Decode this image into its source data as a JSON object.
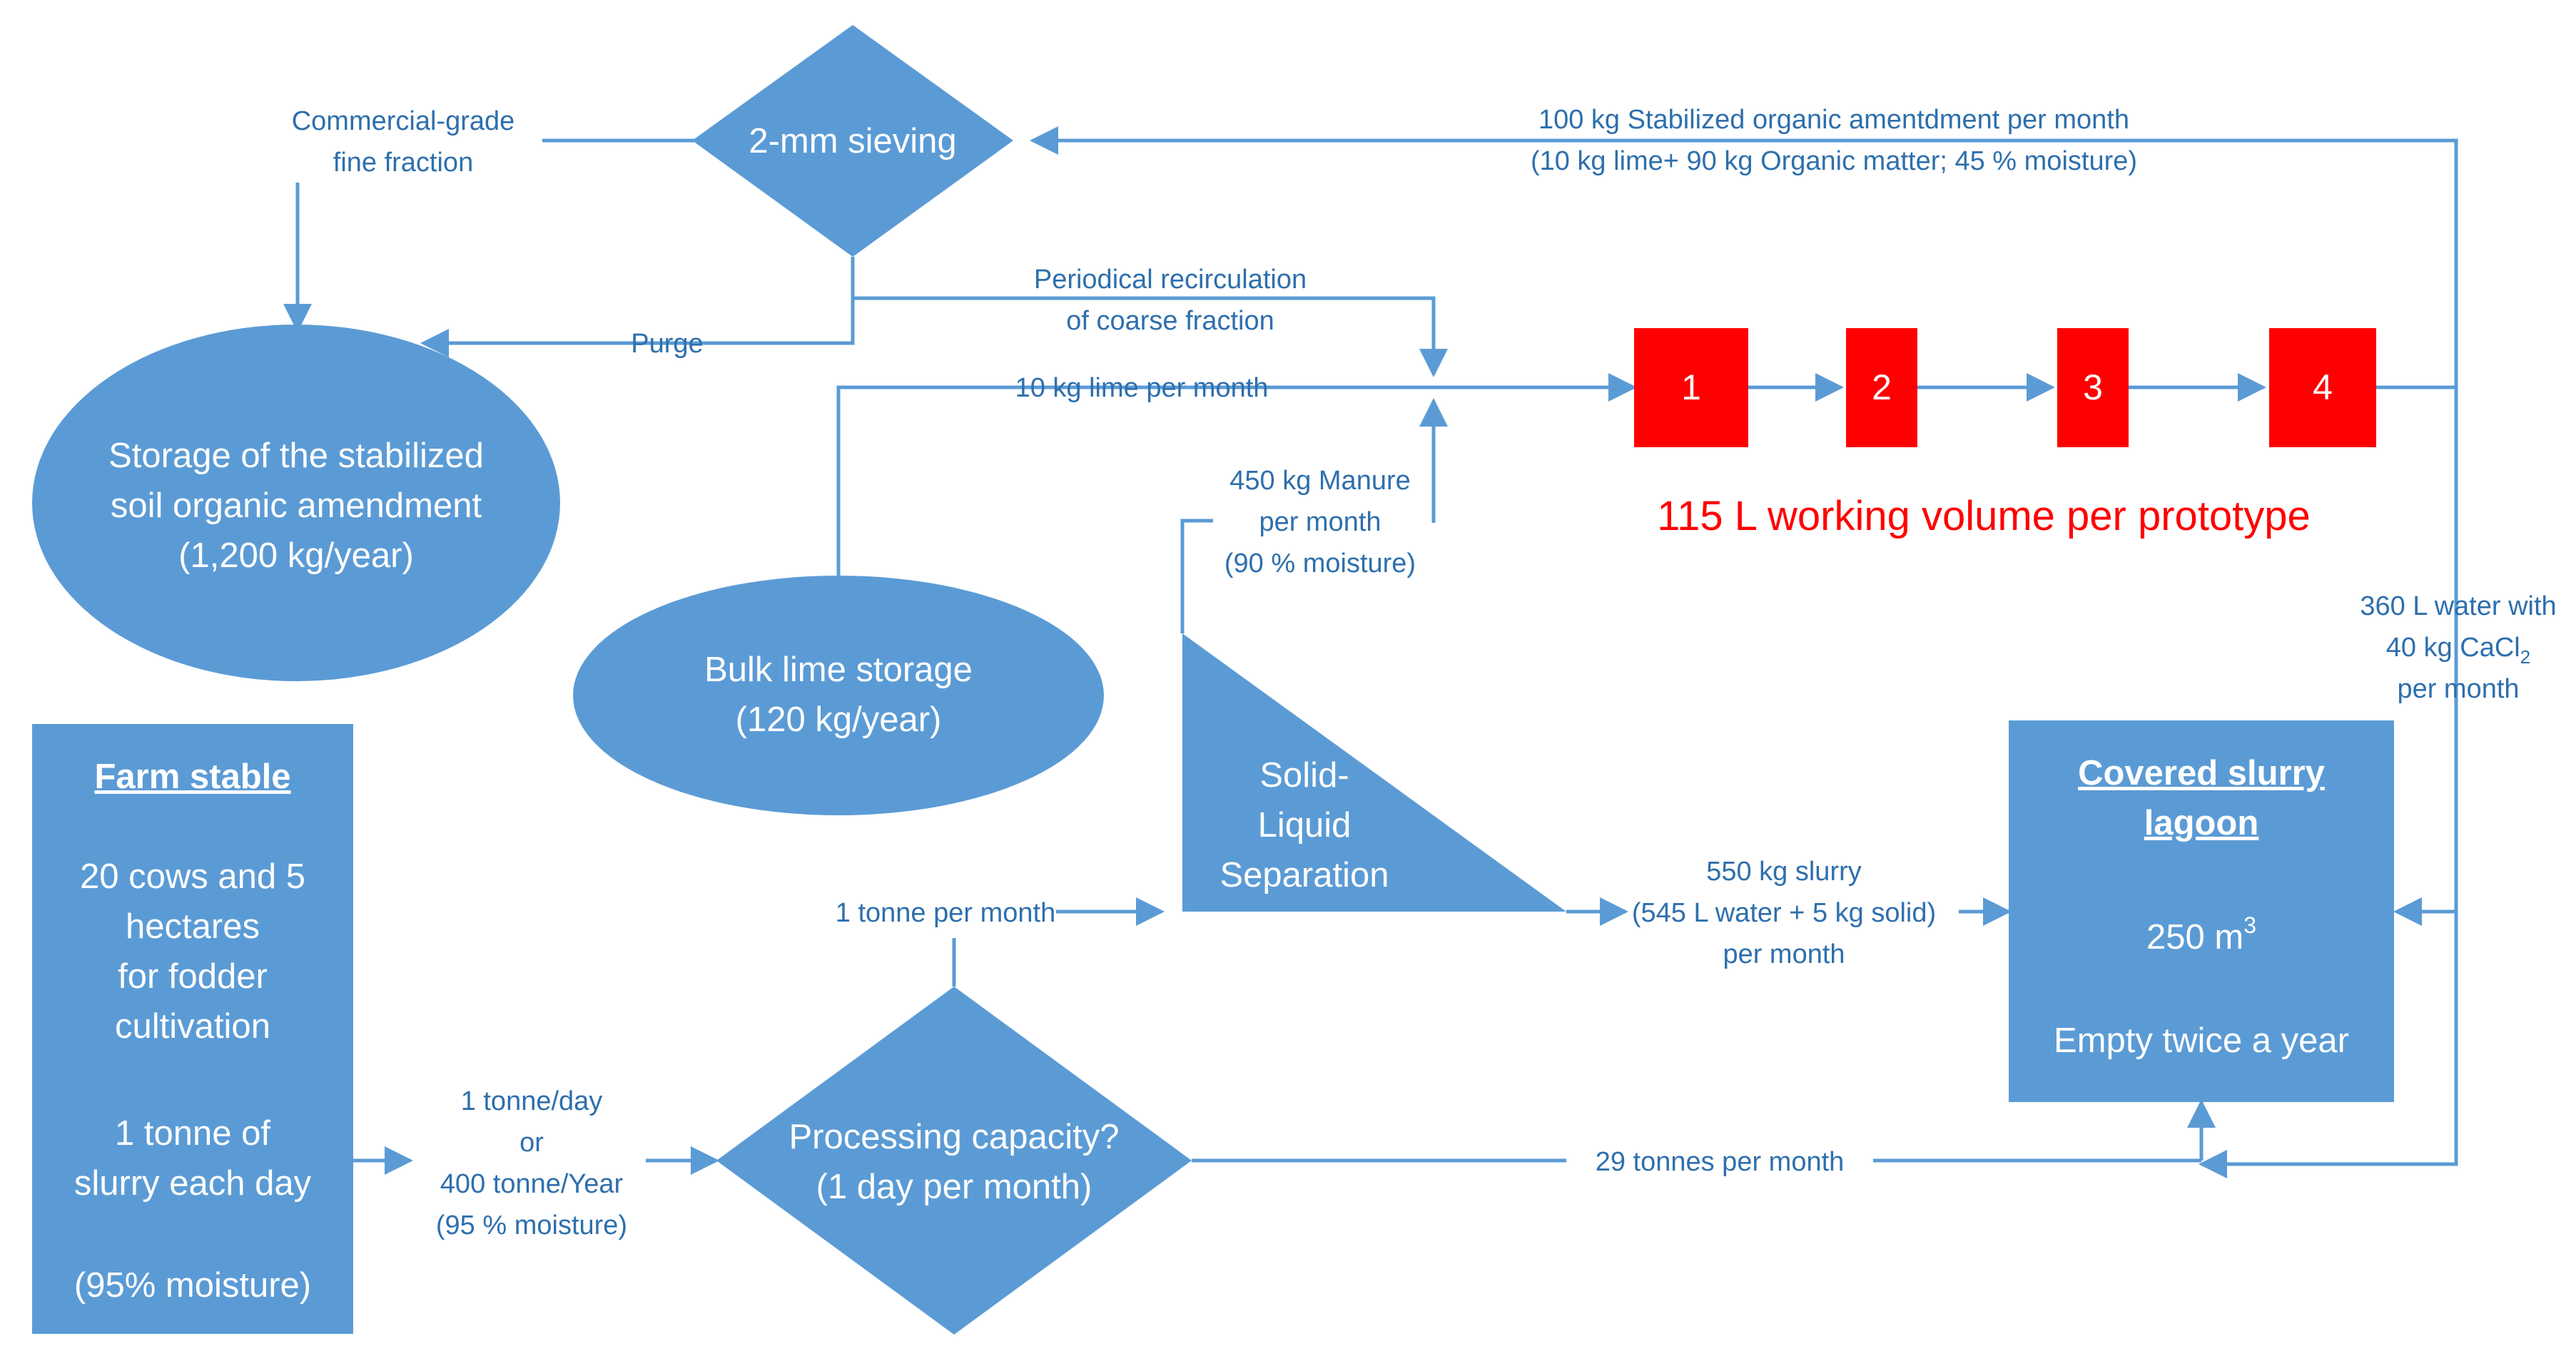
{
  "sieving": {
    "label": "2-mm sieving"
  },
  "fine_fraction": {
    "line1": "Commercial-grade",
    "line2": "fine fraction"
  },
  "amendment_flow": {
    "line1": "100 kg Stabilized organic amentdment per month",
    "line2": "(10 kg lime+ 90 kg Organic matter; 45 % moisture)"
  },
  "recirculation": {
    "line1": "Periodical recirculation",
    "line2": "of coarse fraction"
  },
  "purge": {
    "label": "Purge"
  },
  "lime_flow": {
    "label": "10 kg lime per month"
  },
  "storage": {
    "line1": "Storage of the stabilized",
    "line2": "soil organic amendment",
    "line3": "(1,200 kg/year)"
  },
  "prototypes": {
    "items": [
      "1",
      "2",
      "3",
      "4"
    ],
    "caption": "115 L working volume per prototype"
  },
  "manure": {
    "line1": "450 kg Manure",
    "line2": "per month",
    "line3": "(90 % moisture)"
  },
  "lime_storage": {
    "line1": "Bulk lime storage",
    "line2": "(120 kg/year)"
  },
  "water_flow": {
    "line1": "360 L water with",
    "line2_prefix": "40 kg CaCl",
    "line2_sub": "2",
    "line3": "per month"
  },
  "farm": {
    "title": "Farm stable",
    "line1": "20 cows and 5",
    "line2": "hectares",
    "line3": "for fodder",
    "line4": "cultivation",
    "line5": "1 tonne of",
    "line6": "slurry each day",
    "line7": "(95% moisture)"
  },
  "separation": {
    "line1": "Solid-",
    "line2": "Liquid",
    "line3": "Separation"
  },
  "slurry_flow": {
    "line1": "550 kg slurry",
    "line2": "(545 L water + 5 kg solid)",
    "line3": "per month"
  },
  "lagoon": {
    "title1": "Covered slurry",
    "title2": "lagoon",
    "volume": "250 m",
    "volume_sup": "3",
    "empty": "Empty twice a year"
  },
  "tonne_month": {
    "label": "1 tonne per month"
  },
  "daily_flow": {
    "line1": "1  tonne/day",
    "line2": "or",
    "line3": "400 tonne/Year",
    "line4": "(95 % moisture)"
  },
  "capacity": {
    "line1": "Processing capacity?",
    "line2": "(1 day per month)"
  },
  "tonnes29": {
    "label": "29 tonnes per month"
  }
}
